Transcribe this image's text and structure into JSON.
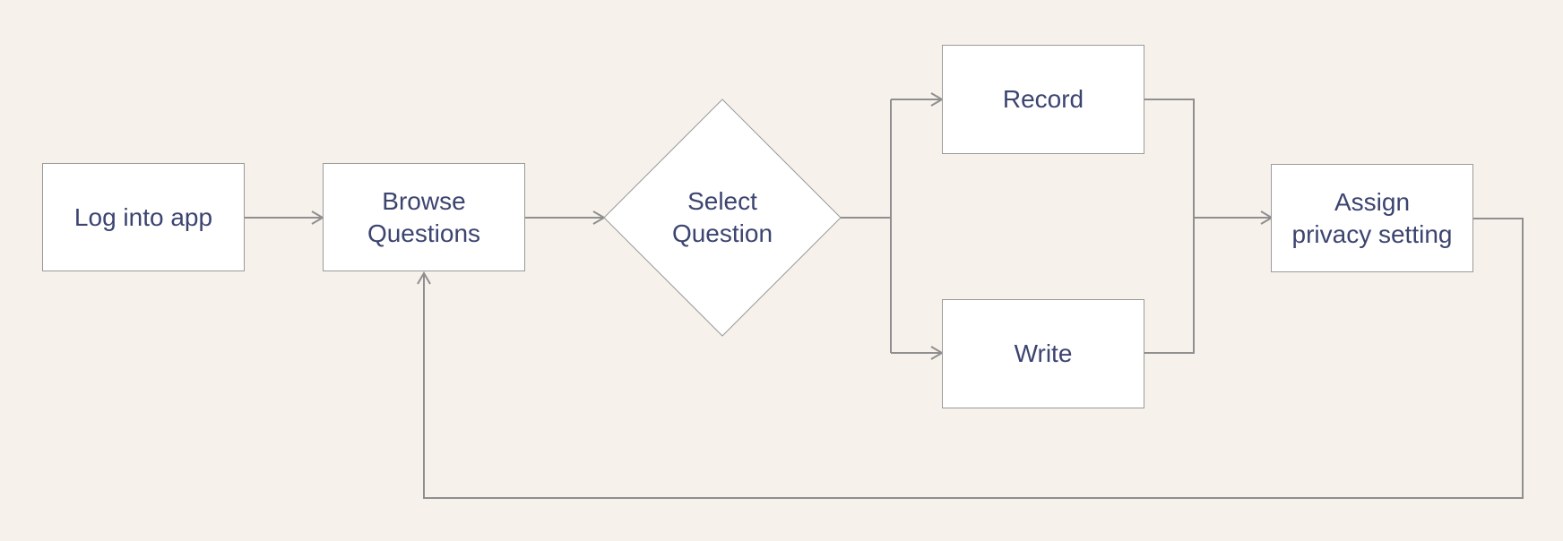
{
  "colors": {
    "background": "#f7f1eb",
    "node_fill": "#ffffff",
    "node_border": "#9a9a9a",
    "text": "#3c4470",
    "connector": "#8f8f8f"
  },
  "nodes": {
    "login": {
      "label": "Log into app"
    },
    "browse": {
      "line1": "Browse",
      "line2": "Questions"
    },
    "select": {
      "line1": "Select",
      "line2": "Question"
    },
    "record": {
      "label": "Record"
    },
    "write": {
      "label": "Write"
    },
    "privacy": {
      "line1": "Assign",
      "line2": "privacy setting"
    }
  }
}
